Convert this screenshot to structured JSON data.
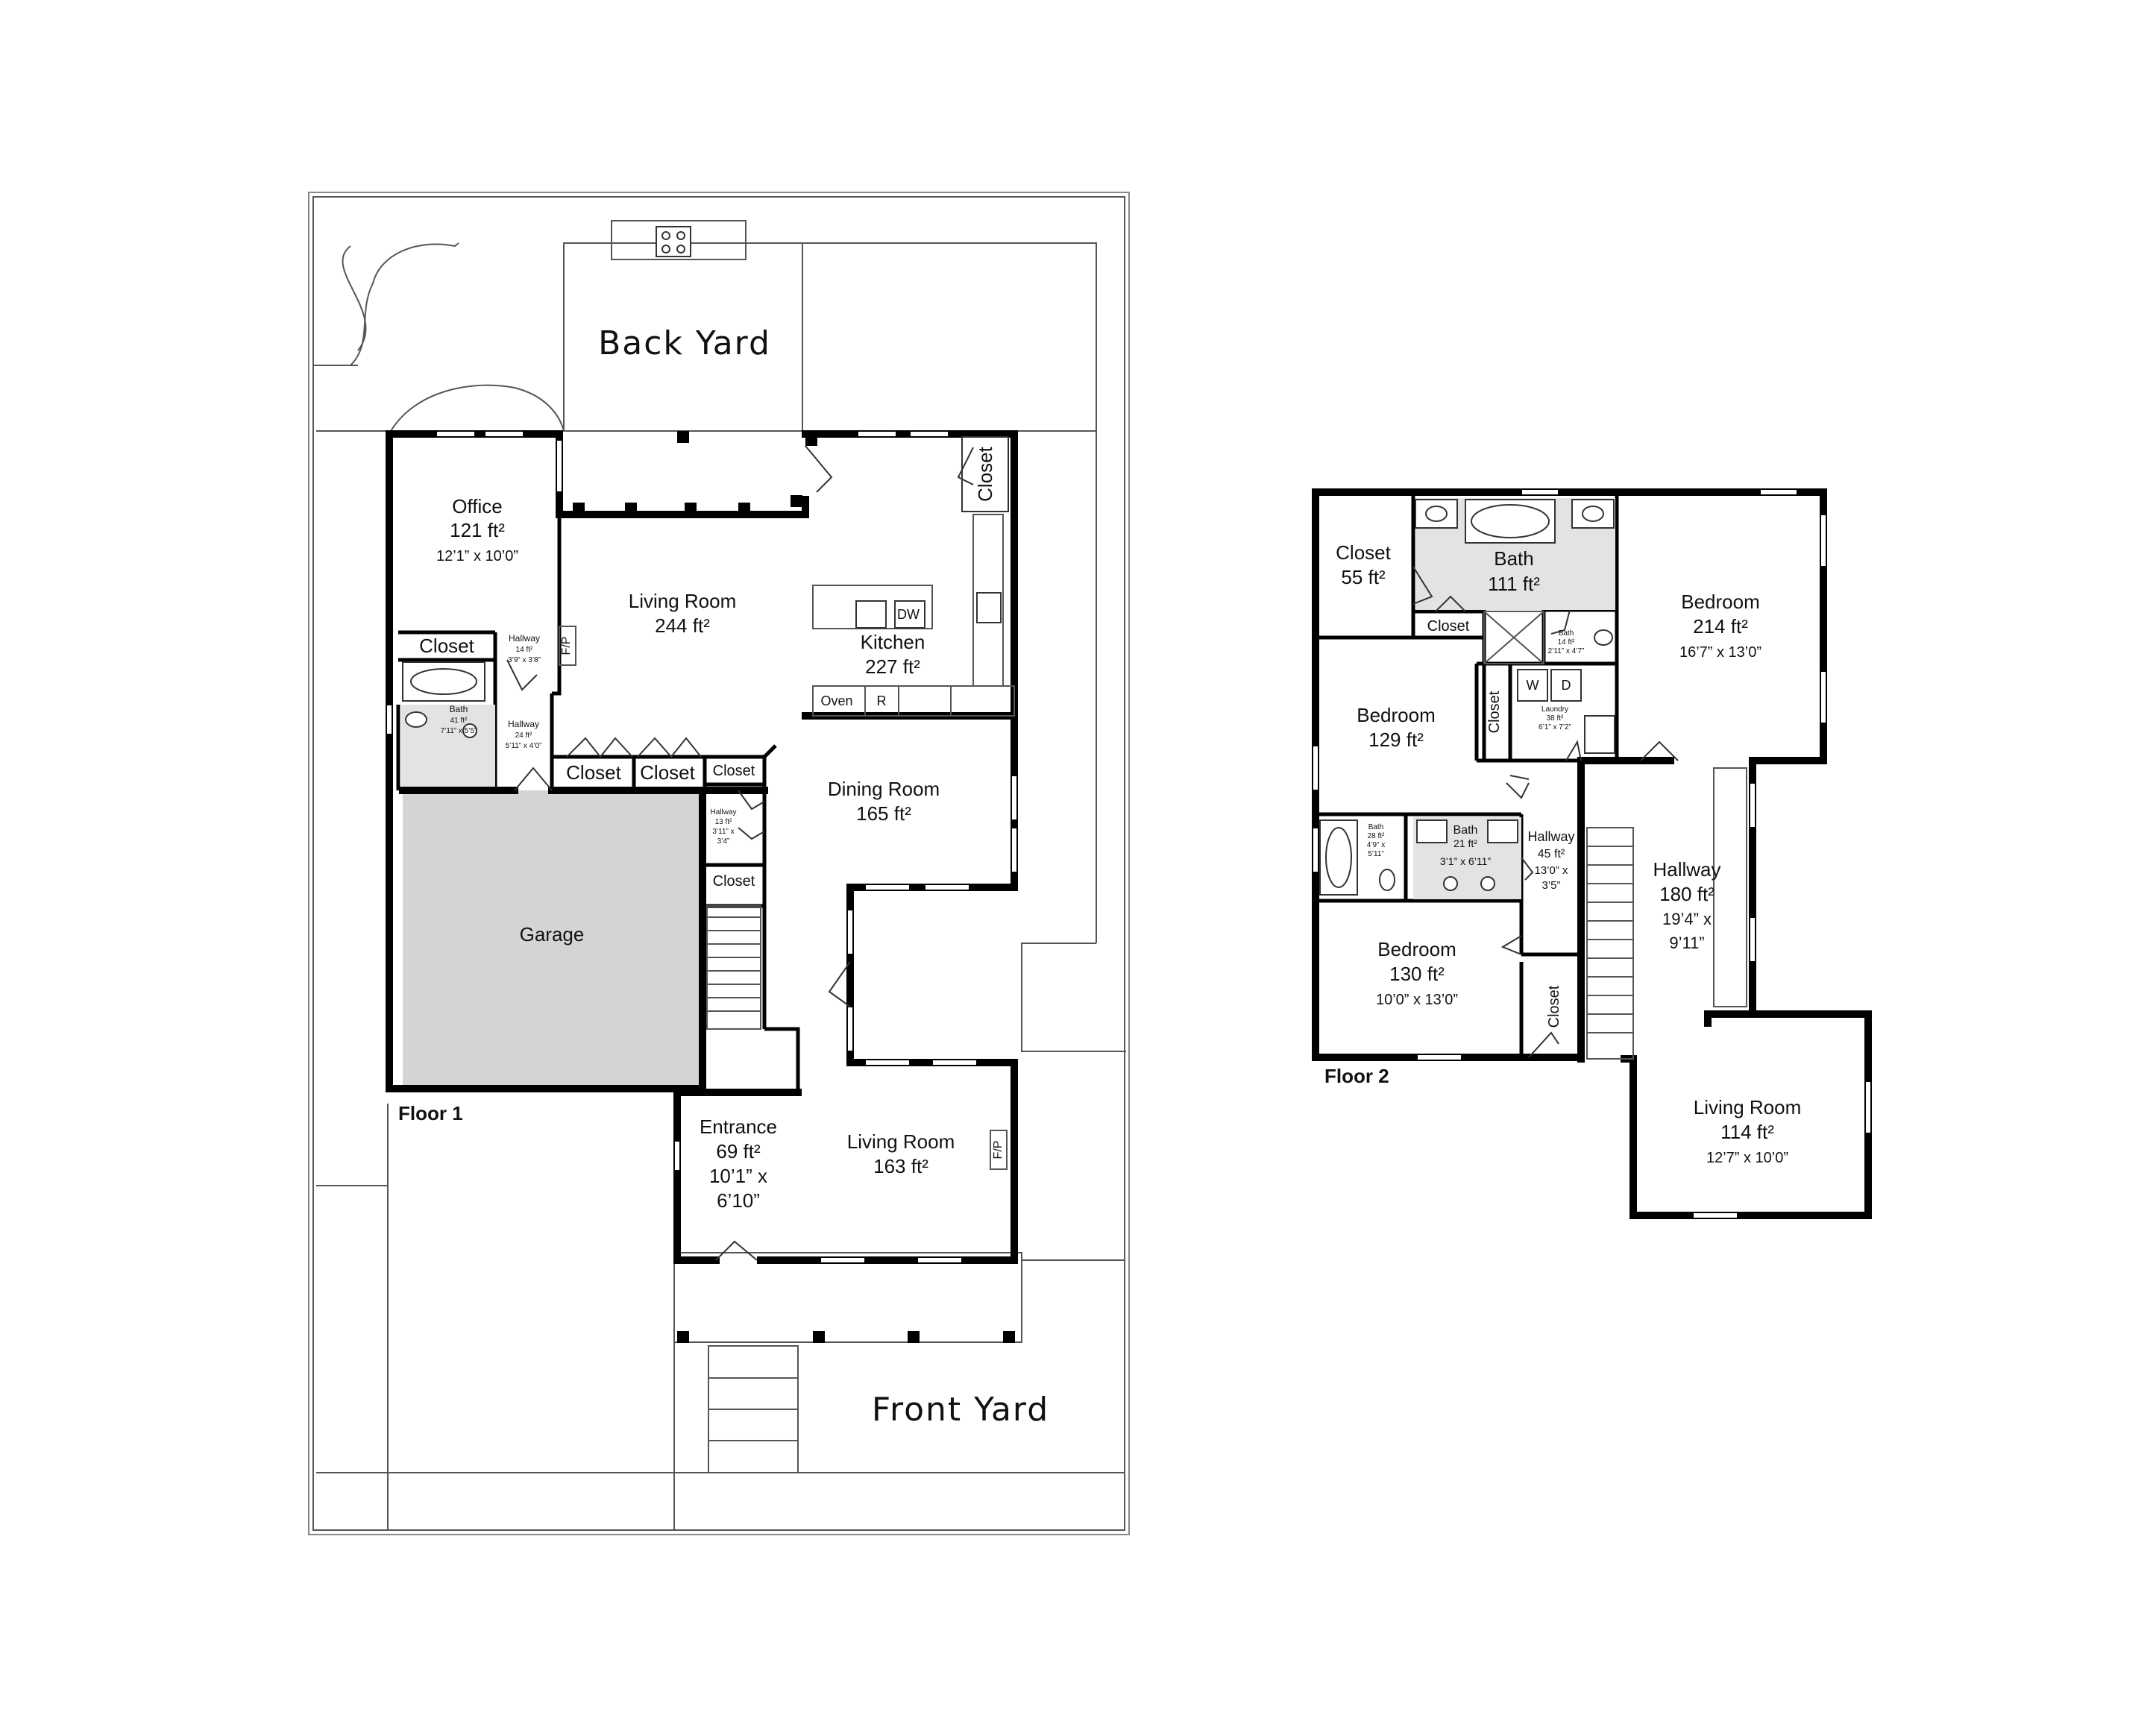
{
  "yards": {
    "back": "Back Yard",
    "front": "Front Yard"
  },
  "floor1": {
    "label": "Floor 1",
    "office": {
      "name": "Office",
      "area": "121 ft²",
      "dim": "12’1”  x  10’0”"
    },
    "living_back": {
      "name": "Living Room",
      "area": "244 ft²"
    },
    "kitchen": {
      "name": "Kitchen",
      "area": "227 ft²",
      "appliances": {
        "dw": "DW",
        "oven": "Oven",
        "fridge": "R"
      }
    },
    "fireplace1": "F/P",
    "fireplace2": "F/P",
    "closet_office": "Closet",
    "closet_kitchen": "Closet",
    "hallway_a": {
      "name": "Hallway",
      "area": "14 ft²",
      "dim": "3’9” x 3’8”"
    },
    "bath": {
      "name": "Bath",
      "area": "41 ft²",
      "dim": "7’11” x 5’5”"
    },
    "hallway_b": {
      "name": "Hallway",
      "area": "24 ft²",
      "dim": "5’11” x 4’0”"
    },
    "closet_a": "Closet",
    "closet_b": "Closet",
    "closet_c": "Closet",
    "closet_d": "Closet",
    "hallway_c": {
      "name": "Hallway",
      "area": "13 ft²",
      "dim1": "3’11” x",
      "dim2": "3’4”"
    },
    "dining": {
      "name": "Dining Room",
      "area": "165 ft²"
    },
    "garage": {
      "name": "Garage"
    },
    "entrance": {
      "name": "Entrance",
      "area": "69 ft²",
      "dim1": "10’1” x",
      "dim2": "6’10”"
    },
    "living_front": {
      "name": "Living Room",
      "area": "163 ft²"
    }
  },
  "floor2": {
    "label": "Floor 2",
    "closet_master": {
      "name": "Closet",
      "area": "55 ft²"
    },
    "bath_master": {
      "name": "Bath",
      "area": "111 ft²"
    },
    "closet_bath": "Closet",
    "bath_small": {
      "name": "Bath",
      "area": "14 ft²",
      "dim": "2’11” x 4’7”"
    },
    "bedroom_master": {
      "name": "Bedroom",
      "area": "214 ft²",
      "dim": "16’7”  x  13’0”"
    },
    "bedroom_2": {
      "name": "Bedroom",
      "area": "129 ft²"
    },
    "closet_mid": "Closet",
    "laundry": {
      "name": "Laundry",
      "area": "38 ft²",
      "dim": "6’1” x 7’2”",
      "washer": "W",
      "dryer": "D"
    },
    "bath_a": {
      "name": "Bath",
      "area": "28 ft²",
      "dim1": "4’9” x",
      "dim2": "5’11”"
    },
    "bath_b": {
      "name": "Bath",
      "area": "21 ft²",
      "dim": "3’1”  x  6’11”"
    },
    "hallway_small": {
      "name": "Hallway",
      "area": "45 ft²",
      "dim1": "13’0”  x",
      "dim2": "3’5”"
    },
    "hallway_big": {
      "name": "Hallway",
      "area": "180 ft²",
      "dim1": "19’4”  x",
      "dim2": "9’11”"
    },
    "bedroom_3": {
      "name": "Bedroom",
      "area": "130 ft²",
      "dim": "10’0”  x  13’0”"
    },
    "closet_low": "Closet",
    "living": {
      "name": "Living Room",
      "area": "114 ft²",
      "dim": "12’7”  x  10’0”"
    }
  }
}
